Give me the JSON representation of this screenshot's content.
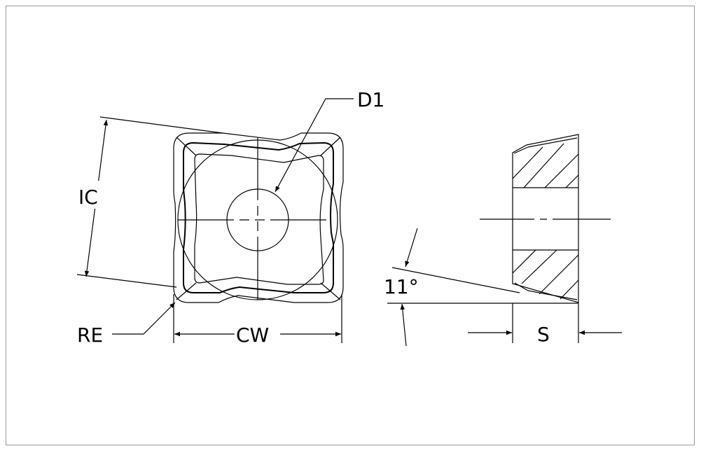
{
  "drawing": {
    "labels": {
      "ic": "IC",
      "d1": "D1",
      "re": "RE",
      "cw": "CW",
      "angle": "11°",
      "s": "S"
    },
    "colors": {
      "line": "#000000",
      "frame": "#9a9a9a",
      "background": "#ffffff"
    }
  }
}
